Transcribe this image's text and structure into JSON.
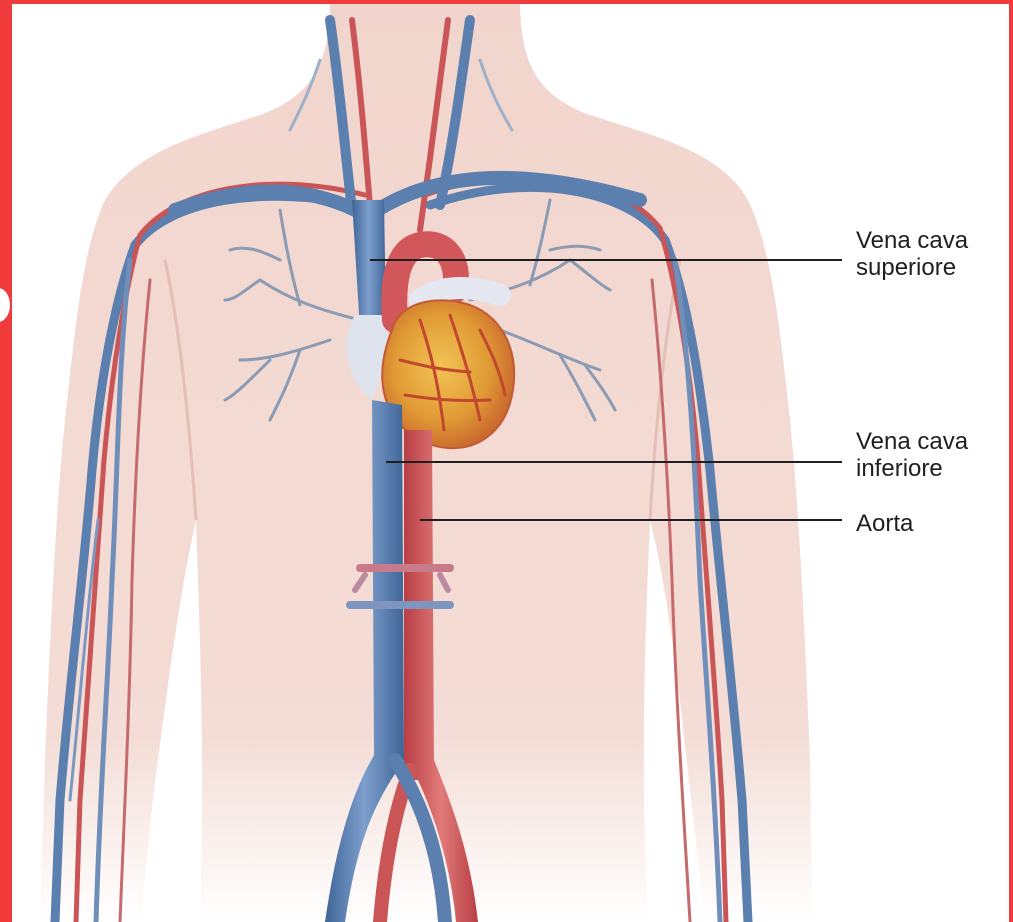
{
  "labels": {
    "superior_vena_cava": {
      "line1": "Vena cava",
      "line2": "superiore"
    },
    "inferior_vena_cava": {
      "line1": "Vena cava",
      "line2": "inferiore"
    },
    "aorta": {
      "line1": "Aorta"
    }
  },
  "colors": {
    "frame": "#ef3b3b",
    "skin": "#f2d6cf",
    "vein": "#5b7fae",
    "artery": "#d2575a",
    "heart": "#e8a43a",
    "leader_line": "#1f1f1f"
  }
}
